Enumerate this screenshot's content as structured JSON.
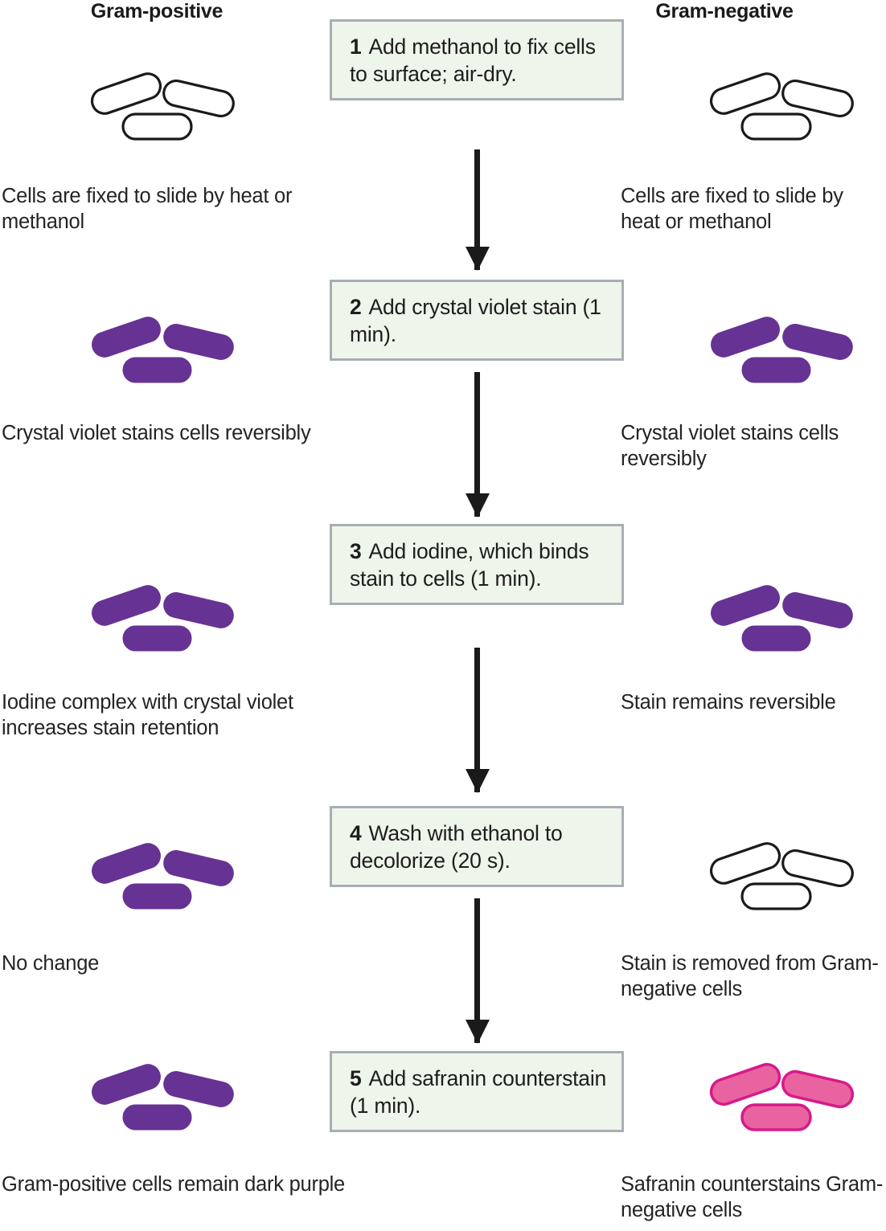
{
  "columns": {
    "left_header": "Gram-positive",
    "right_header": "Gram-negative"
  },
  "colors": {
    "box_fill": "#eef5ea",
    "box_border": "#a8aeb3",
    "arrow": "#1a1a1a",
    "cell_outline": "#1a1a1a",
    "cell_unstained_fill": "#ffffff",
    "cell_purple_fill": "#663293",
    "cell_pink_fill": "#e8639f",
    "cell_pink_outline": "#d61a8a",
    "text": "#221f1f"
  },
  "steps": [
    {
      "number": "1",
      "text": "Add methanol to fix cells to surface; air-dry.",
      "left_caption": "Cells are fixed to slide by heat or methanol",
      "right_caption": "Cells are fixed to slide by heat or methanol",
      "left_cell_state": "unstained",
      "right_cell_state": "unstained"
    },
    {
      "number": "2",
      "text": "Add crystal violet stain (1 min).",
      "left_caption": "Crystal violet stains cells reversibly",
      "right_caption": "Crystal violet stains cells reversibly",
      "left_cell_state": "purple",
      "right_cell_state": "purple"
    },
    {
      "number": "3",
      "text": "Add iodine, which binds stain to cells (1 min).",
      "left_caption": "Iodine complex with crystal violet increases stain retention",
      "right_caption": "Stain remains reversible",
      "left_cell_state": "purple",
      "right_cell_state": "purple"
    },
    {
      "number": "4",
      "text": "Wash with ethanol to decolorize (20 s).",
      "left_caption": "No change",
      "right_caption": "Stain is removed from Gram-negative cells",
      "left_cell_state": "purple",
      "right_cell_state": "unstained"
    },
    {
      "number": "5",
      "text": "Add safranin counterstain (1 min).",
      "left_caption": "Gram-positive cells remain dark purple",
      "right_caption": "Safranin counterstains Gram-negative cells",
      "left_cell_state": "purple",
      "right_cell_state": "pink"
    }
  ]
}
